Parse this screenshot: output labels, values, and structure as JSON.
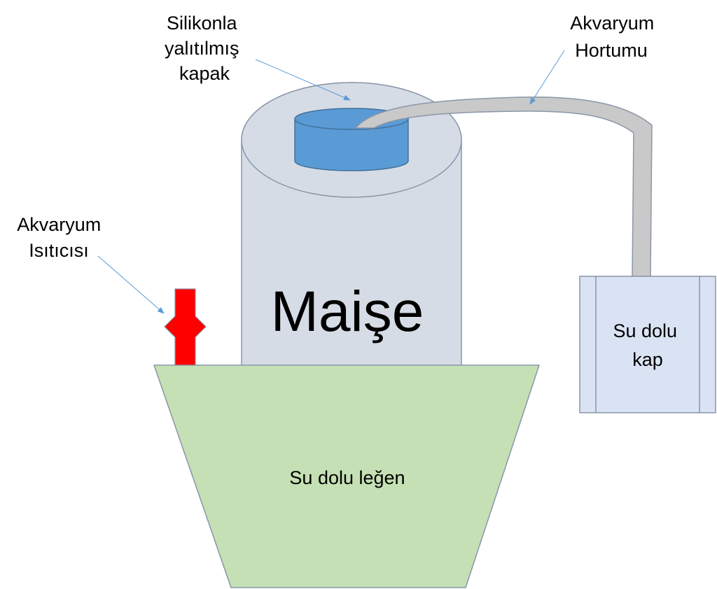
{
  "labels": {
    "lid": [
      "Silikonla",
      "yalıtılmış",
      "kapak"
    ],
    "hose": [
      "Akvaryum",
      "Hortumu"
    ],
    "heater": [
      "Akvaryum",
      "Isıtıcısı"
    ],
    "mash": "Maişe",
    "container": [
      "Su dolu",
      "kap"
    ],
    "basin": "Su dolu leğen"
  },
  "colors": {
    "cylinder_fill": "#d6dce5",
    "cylinder_stroke": "#8a96a8",
    "lid_fill": "#5b9bd5",
    "lid_stroke": "#41719c",
    "hose_fill": "#c9c9c9",
    "hose_stroke": "#8a96a8",
    "heater_fill": "#ff0000",
    "heater_stroke": "#8a96a8",
    "basin_fill": "#c5e0b4",
    "basin_stroke": "#8a96a8",
    "container_fill": "#dae3f3",
    "container_stroke": "#8a96a8",
    "arrow_color": "#5b9bd5"
  }
}
